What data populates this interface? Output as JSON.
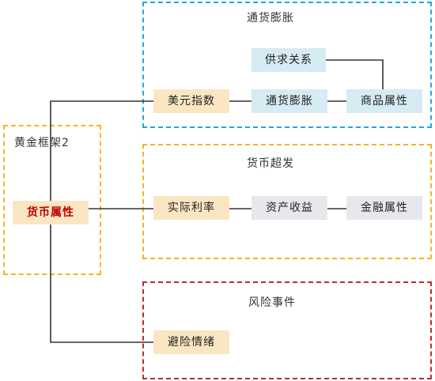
{
  "colors": {
    "blue_border": "#1ea7e1",
    "yellow_border": "#f6b51e",
    "red_border": "#c9252b",
    "blue_fill": "#d6ebf3",
    "tan_fill": "#fbe6c3",
    "gray_fill": "#e9e7ee",
    "accent_text": "#c00000",
    "line": "#333333"
  },
  "groups": {
    "inflation": {
      "title": "通货膨胀"
    },
    "framework": {
      "title": "黄金框架2"
    },
    "currency": {
      "title": "货币超发"
    },
    "risk": {
      "title": "风险事件"
    }
  },
  "nodes": {
    "supply_demand": "供求关系",
    "usd_index": "美元指数",
    "inflation": "通货膨胀",
    "commodity": "商品属性",
    "currency_attr": "货币属性",
    "real_rate": "实际利率",
    "asset_return": "资产收益",
    "financial_attr": "金融属性",
    "risk_aversion": "避险情绪"
  }
}
